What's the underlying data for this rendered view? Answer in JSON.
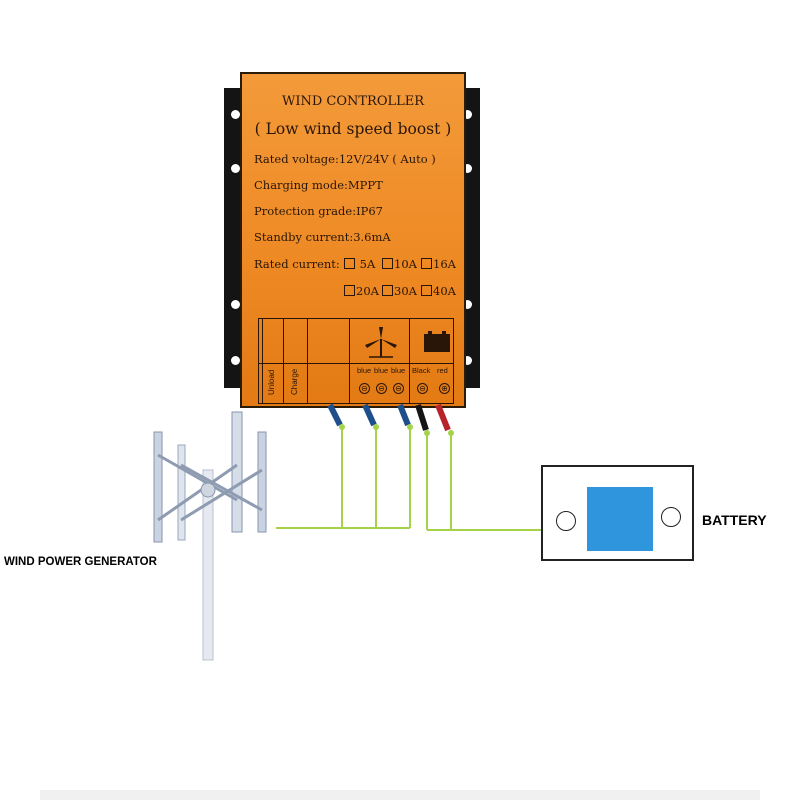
{
  "controller": {
    "title": "WIND CONTROLLER",
    "subtitle": "( Low wind speed boost )",
    "specs": [
      "Rated voltage:12V/24V ( Auto )",
      "Charging mode:MPPT",
      "Protection grade:IP67",
      "Standby current:3.6mA"
    ],
    "rated_current_label": "Rated current:",
    "current_options": [
      "5A",
      "10A",
      "16A",
      "20A",
      "30A",
      "40A"
    ],
    "terminal": {
      "unload_label": "Unload",
      "charge_label": "Charge",
      "wire_labels": [
        "blue",
        "blue",
        "blue",
        "Black",
        "red"
      ],
      "polarity": [
        "⊖",
        "⊖",
        "⊖",
        "⊖",
        "⊕"
      ]
    }
  },
  "labels": {
    "generator": "WIND POWER GENERATOR",
    "battery": "BATTERY"
  },
  "colors": {
    "controller_orange": "#ee8a24",
    "wire_green": "#a6d24a",
    "battery_blue": "#2f95dd",
    "blue_wire": "#1d4f8c",
    "red_wire": "#b8232a"
  }
}
